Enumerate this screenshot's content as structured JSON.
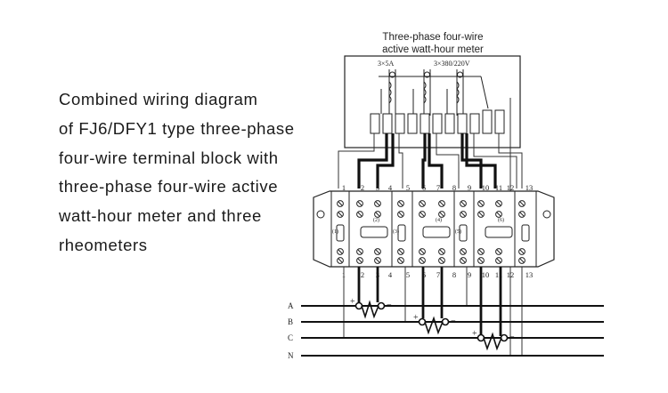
{
  "caption": {
    "lines": [
      "Combined wiring diagram",
      "of FJ6/DFY1 type three-phase",
      "four-wire terminal block with",
      "three-phase four-wire active",
      "watt-hour meter and three",
      "rheometers"
    ]
  },
  "meter": {
    "title_line1": "Three-phase four-wire",
    "title_line2": "active watt-hour meter",
    "current_rating": "3×5A",
    "voltage_rating": "3×380/220V"
  },
  "terminal_block": {
    "top_numbers": [
      "1",
      "2",
      "3",
      "4",
      "5",
      "6",
      "7",
      "8",
      "9",
      "10",
      "11",
      "12",
      "13"
    ],
    "bottom_numbers": [
      "1",
      "2",
      "3",
      "4",
      "5",
      "6",
      "7",
      "8",
      "9",
      "10",
      "11",
      "12",
      "13"
    ],
    "side_labels": [
      "(1)",
      "(2)",
      "(3)",
      "(4)",
      "(5)",
      "(6)"
    ]
  },
  "phases": [
    "A",
    "B",
    "C",
    "N"
  ],
  "polarity": {
    "plus": "+",
    "minus": "−"
  }
}
